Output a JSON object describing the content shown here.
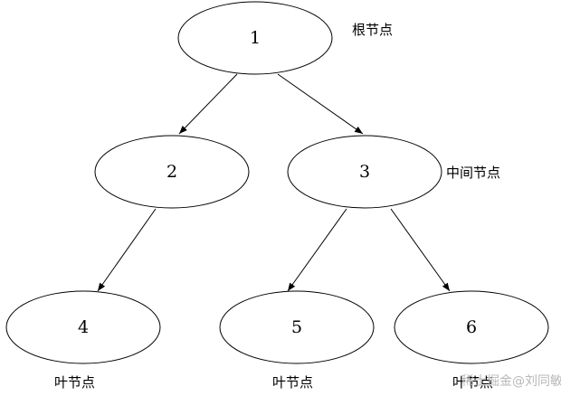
{
  "nodes": [
    {
      "id": "n1",
      "label": "1"
    },
    {
      "id": "n2",
      "label": "2"
    },
    {
      "id": "n3",
      "label": "3"
    },
    {
      "id": "n4",
      "label": "4"
    },
    {
      "id": "n5",
      "label": "5"
    },
    {
      "id": "n6",
      "label": "6"
    }
  ],
  "edges": [
    {
      "from": "n1",
      "to": "n2"
    },
    {
      "from": "n1",
      "to": "n3"
    },
    {
      "from": "n2",
      "to": "n4"
    },
    {
      "from": "n3",
      "to": "n5"
    },
    {
      "from": "n3",
      "to": "n6"
    }
  ],
  "annotations": {
    "root": "根节点",
    "middle": "中间节点",
    "leaf_4": "叶节点",
    "leaf_5": "叶节点",
    "leaf_6": "叶节点"
  },
  "watermark": "稀土掘金@刘同敏",
  "colors": {
    "stroke": "#000000",
    "background": "#ffffff",
    "watermark": "#b8b8b8"
  }
}
